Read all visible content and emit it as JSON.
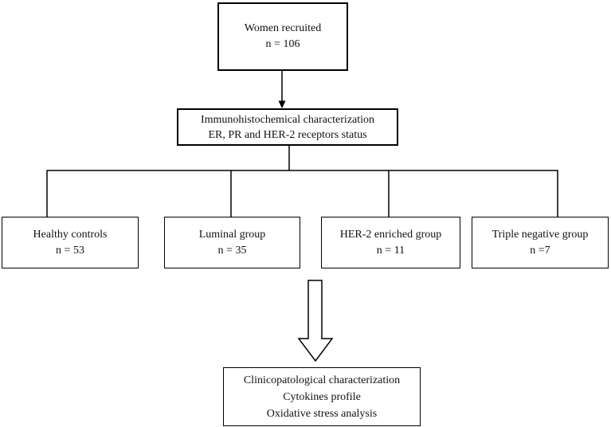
{
  "colors": {
    "background": "#ffffff",
    "line": "#000000",
    "text": "#111111",
    "box_fill": "#ffffff"
  },
  "flowchart": {
    "recruited": {
      "line1": "Women recruited",
      "line2": "n = 106"
    },
    "characterization": {
      "line1": "Immunohistochemical characterization",
      "line2": "ER, PR and HER-2 receptors status"
    },
    "groups": [
      {
        "line1": "Healthy controls",
        "line2": "n = 53"
      },
      {
        "line1": "Luminal group",
        "line2": "n = 35"
      },
      {
        "line1": "HER-2 enriched group",
        "line2": "n = 11"
      },
      {
        "line1": "Triple negative group",
        "line2": "n =7"
      }
    ],
    "outcome": {
      "line1": "Clinicopatological characterization",
      "line2": "Cytokines profile",
      "line3": "Oxidative stress analysis"
    }
  }
}
